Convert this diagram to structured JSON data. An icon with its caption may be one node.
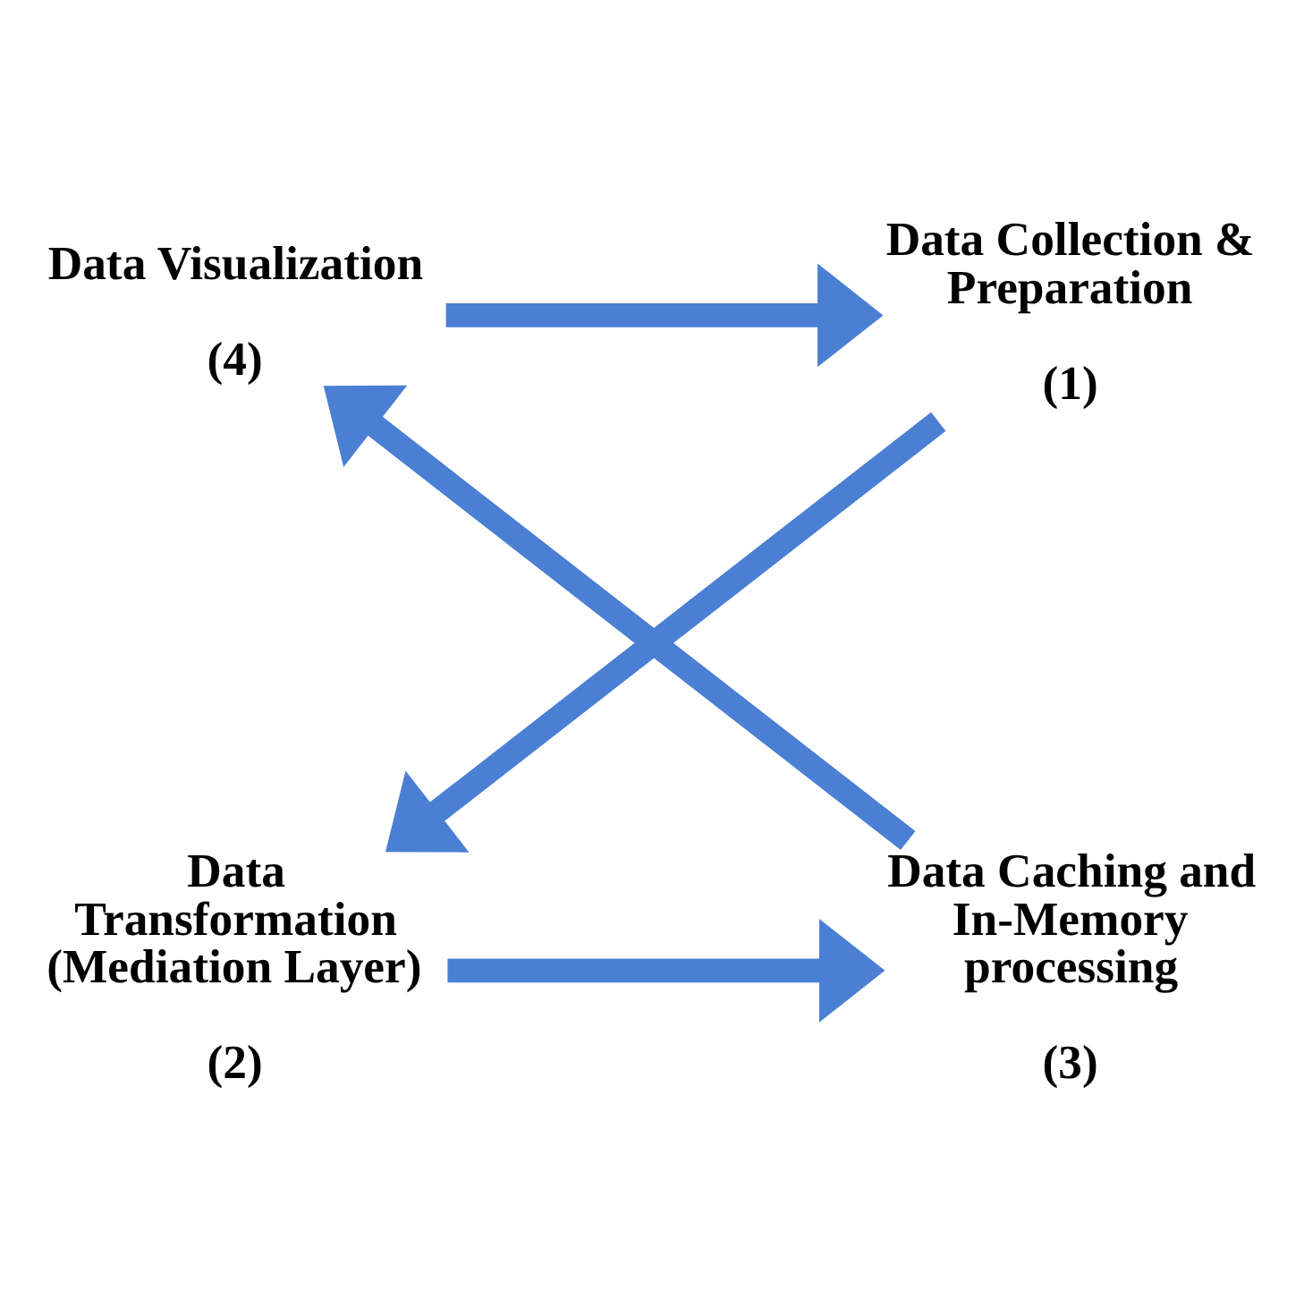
{
  "diagram": {
    "nodes": [
      {
        "text": [
          "Data Visualization",
          "(4)"
        ]
      },
      {
        "text": [
          "Data Collection & Preparation",
          "(1)"
        ]
      },
      {
        "text": [
          "Data Caching and In-Memory processing",
          "(3)"
        ]
      },
      {
        "text": [
          "Data Transformation (Mediation Layer)",
          "(2)"
        ]
      }
    ],
    "edges": [
      {
        "from": 0,
        "to": 1,
        "arrow": "to"
      },
      {
        "from": 1,
        "to": 3,
        "arrow": "to"
      },
      {
        "from": 3,
        "to": 2,
        "arrow": "to"
      },
      {
        "from": 2,
        "to": 0,
        "arrow": "to"
      }
    ]
  }
}
